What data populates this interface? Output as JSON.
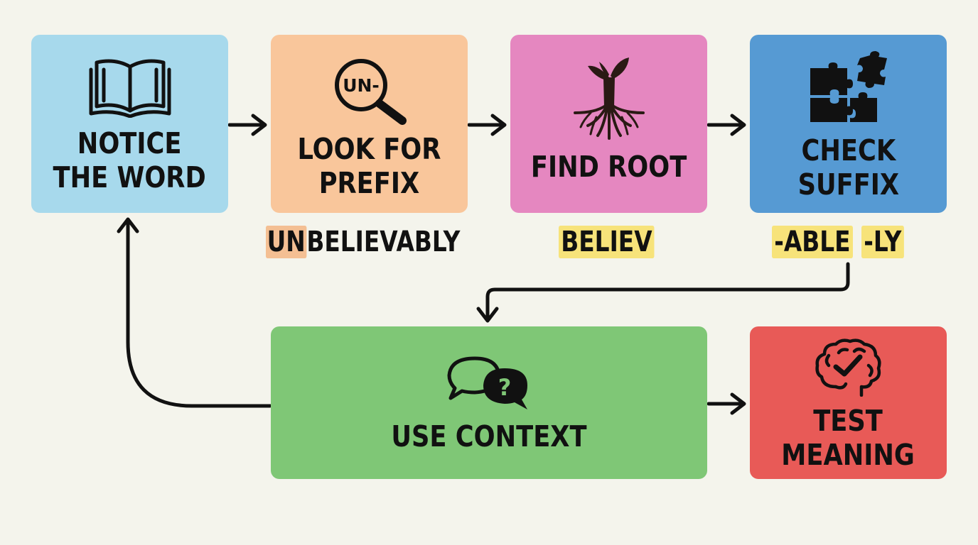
{
  "steps": [
    {
      "id": "notice",
      "label": "NOTICE\nTHE WORD",
      "icon": "open-book-icon",
      "color": "#a7d9ec"
    },
    {
      "id": "prefix",
      "label": "LOOK FOR\nPREFIX",
      "icon": "magnifier-icon",
      "icon_text": "UN-",
      "color": "#f9c69b"
    },
    {
      "id": "root",
      "label": "FIND ROOT",
      "icon": "tree-roots-icon",
      "color": "#e587c0"
    },
    {
      "id": "suffix",
      "label": "CHECK\nSUFFIX",
      "icon": "puzzle-icon",
      "color": "#569ad3"
    },
    {
      "id": "context",
      "label": "USE CONTEXT",
      "icon": "speech-bubbles-question-icon",
      "color": "#7fc776"
    },
    {
      "id": "test",
      "label": "TEST\nMEANING",
      "icon": "brain-check-icon",
      "color": "#e85a57"
    }
  ],
  "examples": {
    "prefix_highlight": "UN",
    "prefix_rest": "BELIEVABLY",
    "root": "BELIEV",
    "suffix_1": "-ABLE",
    "suffix_2": "-LY"
  },
  "colors": {
    "background": "#f4f4ec",
    "highlight_orange": "#f4bf93",
    "highlight_yellow": "#f7e37a",
    "ink": "#111111"
  }
}
